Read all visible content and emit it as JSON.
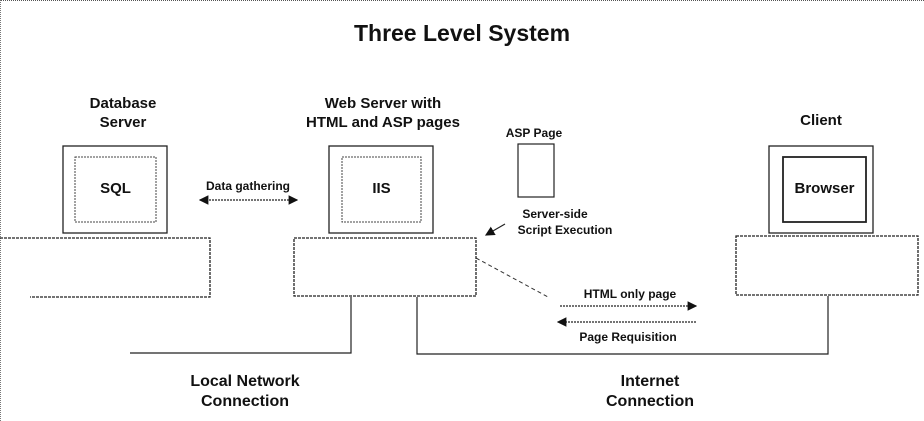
{
  "title": "Three Level System",
  "nodes": {
    "database": {
      "label_line1": "Database",
      "label_line2": "Server",
      "screen": "SQL"
    },
    "webserver": {
      "label_line1": "Web Server with",
      "label_line2": "HTML and ASP pages",
      "screen": "IIS"
    },
    "client": {
      "label": "Client",
      "screen": "Browser"
    },
    "asp_page": {
      "label": "ASP Page"
    }
  },
  "edges": {
    "data_gathering": "Data gathering",
    "server_side_line1": "Server-side",
    "server_side_line2": "Script Execution",
    "html_only": "HTML only page",
    "page_requisition": "Page Requisition"
  },
  "connections": {
    "local_line1": "Local Network",
    "local_line2": "Connection",
    "internet_line1": "Internet",
    "internet_line2": "Connection"
  }
}
